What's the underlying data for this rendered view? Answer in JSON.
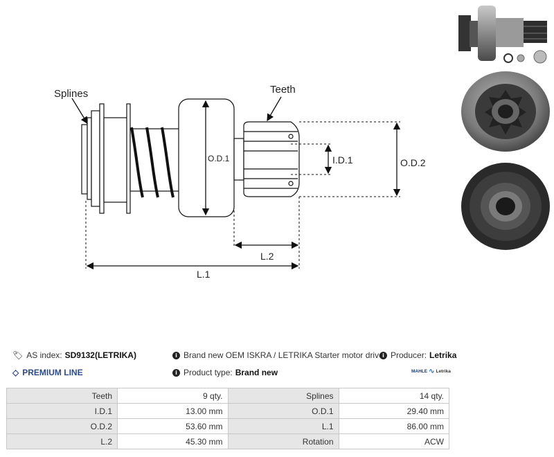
{
  "drawing": {
    "labels": {
      "splines": "Splines",
      "teeth": "Teeth",
      "od1": "O.D.1",
      "id1": "I.D.1",
      "od2": "O.D.2",
      "l2": "L.2",
      "l1": "L.1"
    }
  },
  "info": {
    "as_index_label": "AS index:",
    "as_index_value": "SD9132(LETRIKA)",
    "description": "Brand new OEM ISKRA / LETRIKA Starter motor drive",
    "producer_label": "Producer:",
    "producer_value": "Letrika",
    "premium_label": "PREMIUM LINE",
    "product_type_label": "Product type:",
    "product_type_value": "Brand new",
    "logo_left": "MAHLE",
    "logo_right": "Letrika"
  },
  "specs": [
    {
      "k1": "Teeth",
      "v1": "9 qty.",
      "k2": "Splines",
      "v2": "14 qty."
    },
    {
      "k1": "I.D.1",
      "v1": "13.00 mm",
      "k2": "O.D.1",
      "v2": "29.40 mm"
    },
    {
      "k1": "O.D.2",
      "v1": "53.60 mm",
      "k2": "L.1",
      "v2": "86.00 mm"
    },
    {
      "k1": "L.2",
      "v1": "45.30 mm",
      "k2": "Rotation",
      "v2": "ACW"
    }
  ]
}
